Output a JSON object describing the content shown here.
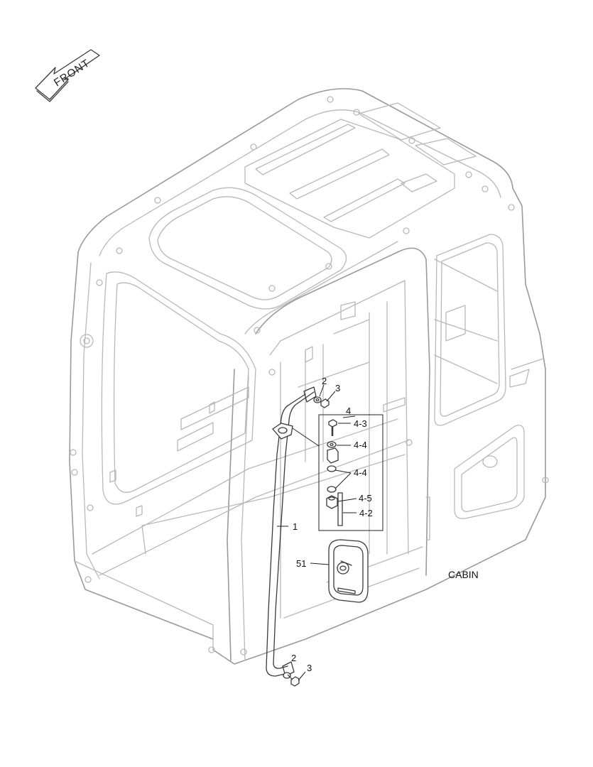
{
  "direction_arrow": {
    "label": "FRONT",
    "icon": "front-arrow-icon"
  },
  "title": "CABIN",
  "callouts": {
    "pipe": "1",
    "washer_top": "2",
    "bolt_top": "3",
    "washer_bottom": "2",
    "bolt_bottom": "3",
    "assembly": "4",
    "assembly_bolt": "4-3",
    "assembly_washer_a": "4-4",
    "assembly_washer_b": "4-4",
    "assembly_nut": "4-5",
    "assembly_rod": "4-2",
    "mirror": "51"
  }
}
